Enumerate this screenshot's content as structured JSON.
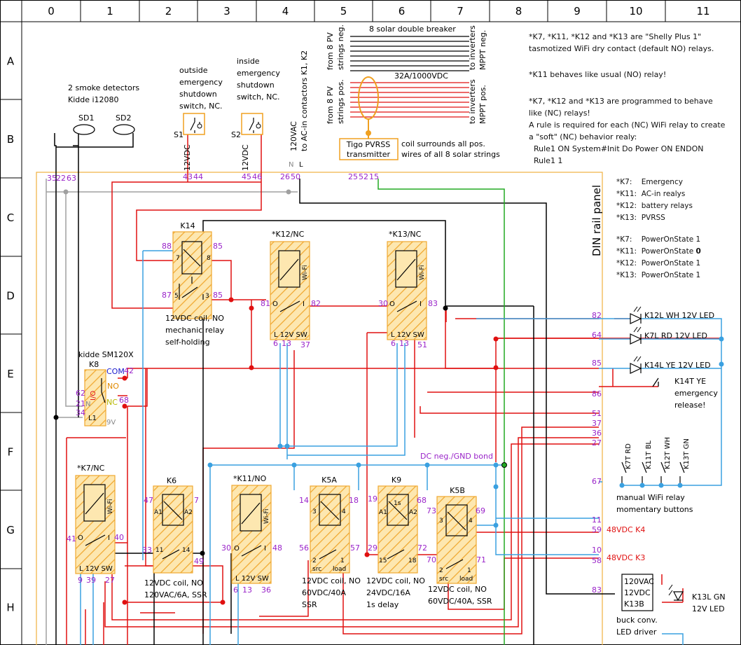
{
  "grid": {
    "columns": [
      "0",
      "1",
      "2",
      "3",
      "4",
      "5",
      "6",
      "7",
      "8",
      "9",
      "10",
      "11"
    ],
    "rows": [
      "A",
      "B",
      "C",
      "D",
      "E",
      "F",
      "G",
      "H"
    ]
  },
  "panel_title": "DIN rail panel",
  "colors": {
    "frame": "#000000",
    "panel_border": "#f0b040",
    "relay_fill": "#fde7b0",
    "relay_hatch": "#f0a830",
    "wire_red": "#e01010",
    "wire_black": "#000000",
    "wire_blue": "#3aa0e0",
    "wire_green": "#22aa22",
    "wire_grey": "#a0a0a0",
    "terminal_purple": "#9a24c9",
    "label_red": "#e01010",
    "dc_bond": "#9a24c9"
  },
  "solar": {
    "breaker_title": "8 solar double breaker",
    "neg_left": "from 8 PV\nstrings neg.",
    "neg_right": "to inverters\nMPPT neg.",
    "rating": "32A/1000VDC",
    "pos_left": "from 8 PV\nstrings pos.",
    "pos_right": "to inverters\nMPPT pos.",
    "transmitter": "Tigo PVRSS\ntransmitter",
    "coil_note": "coil surrounds all pos.\nwires of all 8 solar strings"
  },
  "top_left": {
    "smoke_title": "2 smoke detectors\nKidde i12080",
    "sd1": "SD1",
    "sd2": "SD2",
    "outside_switch": "outside\nemergency\nshutdown\nswitch, NC.",
    "inside_switch": "inside\nemergency\nshutdown\nswitch, NC.",
    "s1": "S1",
    "s2": "S2",
    "v12_1": "12VDC",
    "v12_2": "12VDC",
    "ac_note": "120VAC\nto AC-in contactors K1, K2",
    "n_label": "N",
    "l_label": "L"
  },
  "notes_right": {
    "shelly": "*K7, *K11, *K12 and *K13 are \"Shelly Plus 1\"\ntasmotized WiFi dry contact (default NO) relays.",
    "k11": "*K11 behaves like usual (NO) relay!",
    "nc": "*K7, *K12 and *K13 are programmed to behave\nlike (NC) relays!\nA rule is required for each (NC) WiFi relay to create\na \"soft\" (NC) behavior realy:\n  Rule1 ON System#Init Do Power ON ENDON\n  Rule1 1",
    "legend": "*K7:    Emergency\n*K11:  AC-in realys\n*K12:  battery relays\n*K13:  PVRSS",
    "poweron_k7": "*K7:    PowerOnState 1",
    "poweron_k11_prefix": "*K11:  PowerOnState ",
    "poweron_k11_value": "0",
    "poweron_k12": "*K12:  PowerOnState 1",
    "poweron_k13": "*K13:  PowerOnState 1"
  },
  "relays": {
    "k14": {
      "name": "K14",
      "note": "12VDC coil, NO\nmechanic relay\nself-holding"
    },
    "k12": {
      "name": "*K12/NC",
      "wifi": "Wi-Fi",
      "sw": "L 12V SW"
    },
    "k13": {
      "name": "*K13/NC",
      "wifi": "Wi-Fi",
      "sw": "L 12V SW"
    },
    "k8": {
      "name": "K8",
      "title": "kidde SM120X",
      "com": "COM",
      "no": "NO",
      "nc": "NC",
      "io": "I/O",
      "n": "N",
      "l1": "L1",
      "v9": "9V"
    },
    "k7": {
      "name": "*K7/NC",
      "wifi": "Wi-Fi",
      "sw": "L 12V SW"
    },
    "k6": {
      "name": "K6",
      "note": "12VDC coil, NO\n120VAC/6A, SSR"
    },
    "k11": {
      "name": "*K11/NO",
      "wifi": "Wi-Fi",
      "sw": "L 12V SW"
    },
    "k5a": {
      "name": "K5A",
      "note": "12VDC coil, NO\n60VDC/40A\nSSR",
      "src": "src",
      "load": "load"
    },
    "k9": {
      "name": "K9",
      "sub": "delay",
      "timer": "1s",
      "note": "12VDC coil, NO\n24VDC/16A\n1s delay"
    },
    "k5b": {
      "name": "K5B",
      "note": "12VDC coil, NO\n60VDC/40A, SSR",
      "src": "src",
      "load": "load"
    }
  },
  "leds": {
    "k12l": "K12L WH 12V LED",
    "k7l": "K7L RD 12V LED",
    "k14l": "K14L YE 12V LED",
    "k14t": "K14T YE\nemergency\nrelease!",
    "buttons": [
      "K7T RD",
      "K11T BL",
      "K12T WH",
      "K13T GN"
    ],
    "buttons_note": "manual WiFi relay\nmomentary buttons",
    "v48_k4": "48VDC K4",
    "v48_k3": "48VDC K3",
    "dc_bond": "DC neg./GND bond",
    "buck_top": "120VAC",
    "buck_mid": "12VDC",
    "buck_bot": "K13B",
    "buck_note": "buck conv.\nLED driver",
    "k13l": "K13L GN\n12V LED"
  },
  "terminals": {
    "top": [
      "35",
      "22",
      "63",
      "43",
      "44",
      "45",
      "46",
      "26",
      "50",
      "25",
      "52",
      "15"
    ],
    "k14": [
      "88",
      "85",
      "87",
      "85",
      "7",
      "8",
      "5",
      "3"
    ],
    "k12": [
      "81",
      "82",
      "6",
      "13",
      "37",
      "O",
      "I"
    ],
    "k13": [
      "30",
      "83",
      "6",
      "13",
      "51",
      "O",
      "I"
    ],
    "k8": [
      "42",
      "62",
      "21",
      "34",
      "68"
    ],
    "right_col": [
      "82",
      "64",
      "85",
      "86",
      "51",
      "37",
      "36",
      "27",
      "67",
      "11",
      "59",
      "10",
      "58",
      "83"
    ],
    "k7": [
      "41",
      "40",
      "9",
      "39",
      "27",
      "O",
      "I"
    ],
    "k6": [
      "47",
      "7",
      "33",
      "49",
      "A1",
      "A2",
      "11",
      "14"
    ],
    "k11": [
      "30",
      "48",
      "6",
      "13",
      "36",
      "O",
      "I"
    ],
    "k5a": [
      "14",
      "18",
      "56",
      "57",
      "3",
      "4",
      "2",
      "1"
    ],
    "k9": [
      "19",
      "68",
      "29",
      "72",
      "A1",
      "A2",
      "15",
      "18"
    ],
    "k5b": [
      "73",
      "69",
      "70",
      "71",
      "3",
      "4",
      "2",
      "1"
    ]
  }
}
